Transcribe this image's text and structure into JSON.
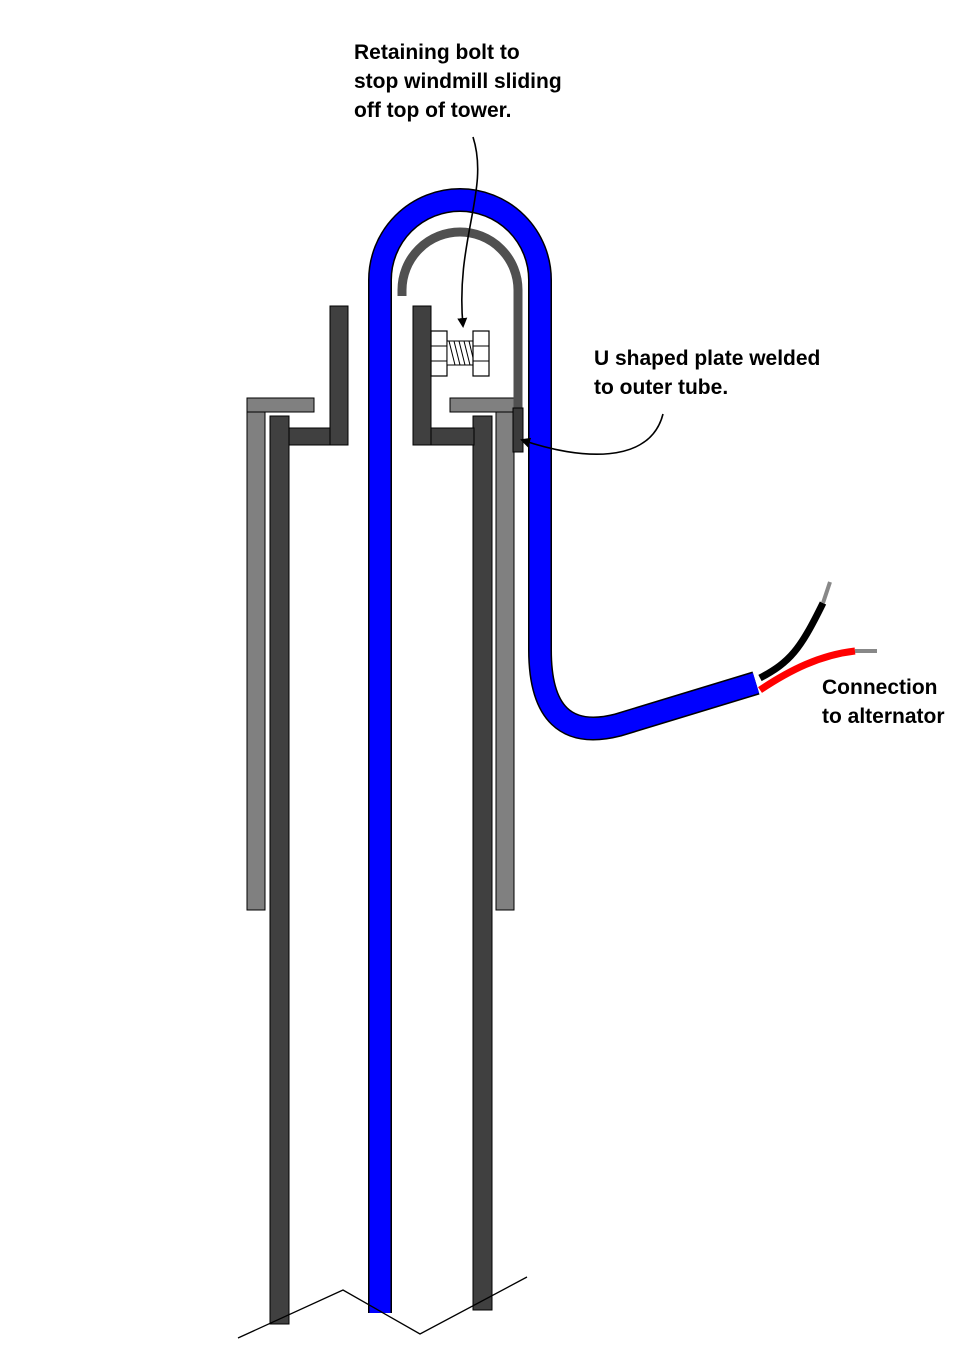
{
  "annotations": {
    "retaining_bolt": [
      "Retaining bolt to",
      "stop windmill sliding",
      "off top of tower."
    ],
    "u_plate": [
      "U shaped plate welded",
      "to outer tube."
    ],
    "connection": [
      "Connection",
      "to alternator"
    ]
  },
  "colors": {
    "cable_sheath": "#0000ff",
    "inner_tube": "#404040",
    "outer_tube": "#808080",
    "u_plate": "#505050",
    "wire_black": "#000000",
    "wire_red": "#ff0000",
    "wire_tip": "#888888",
    "outline": "#000000"
  },
  "icons": {
    "bolt": "hex-bolt-icon",
    "break_line": "section-break-icon"
  }
}
